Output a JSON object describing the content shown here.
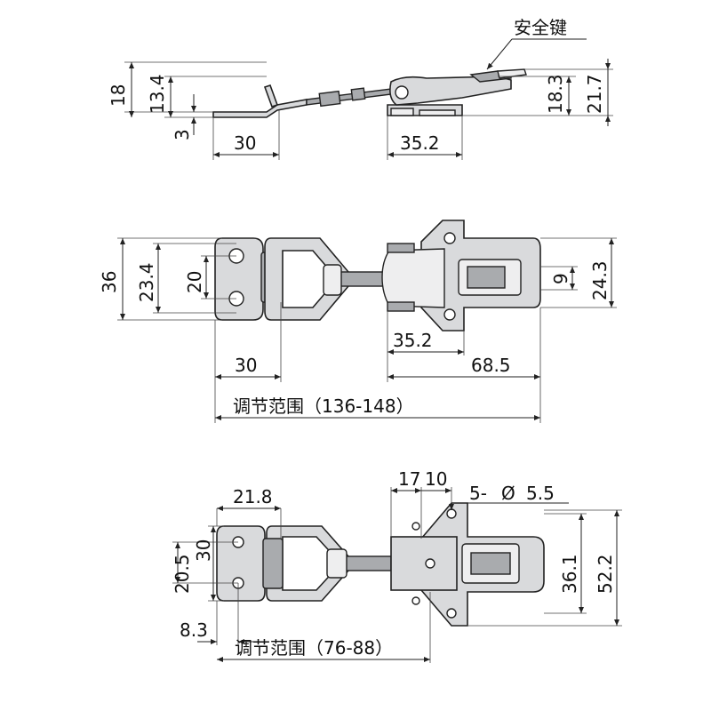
{
  "labels": {
    "safety_key": "安全键",
    "top": {
      "d18": "18",
      "d13_4": "13.4",
      "d3": "3",
      "d30": "30",
      "d35_2": "35.2",
      "d18_3": "18.3",
      "d21_7": "21.7"
    },
    "middle": {
      "d36": "36",
      "d23_4": "23.4",
      "d20": "20",
      "d9": "9",
      "d24_3": "24.3",
      "d35_2": "35.2",
      "d68_5": "68.5",
      "d30": "30",
      "range": "调节范围（136-148）"
    },
    "bottom": {
      "d21_8": "21.8",
      "d17": "17",
      "d10": "10",
      "holes": "5-",
      "phi": "Ø",
      "d5_5": "5.5",
      "d20_5": "20.5",
      "d30": "30",
      "d36_1": "36.1",
      "d52_2": "52.2",
      "d8_3": "8.3",
      "range": "调节范围（76-88）"
    }
  }
}
